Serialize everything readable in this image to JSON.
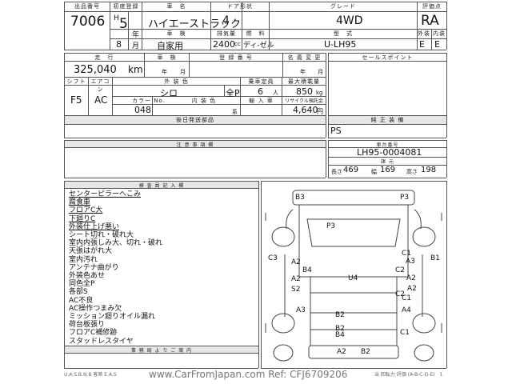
{
  "header_labels": {
    "lot_no": "出品番号",
    "first_reg": "初度登録",
    "car_name": "車　名",
    "door": "ドア形状",
    "grade": "グレード",
    "score": "評価点",
    "inspection": "車　検",
    "displacement": "排気量",
    "fuel": "燃　料",
    "model": "型　式",
    "exterior": "外装",
    "interior": "内装",
    "mileage": "走　行",
    "vehicle": "車　検",
    "reg_no": "登 録 番 号",
    "name_change": "名 義 変 更",
    "sales_point": "セールスポイント",
    "shift": "シフト",
    "aircon": "エアコン",
    "ext_color": "外 装 色",
    "capacity": "乗車定員",
    "max_load": "最大積載量",
    "color_no": "カラー No.",
    "int_color": "内 装 色",
    "import": "輸 入 車",
    "recycle": "リサイクル預託金",
    "post_parts": "後日発送部品",
    "equipment": "純 正 装 備",
    "notes": "注 意 事 項 欄",
    "chassis": "車台番号",
    "dims": "諸 元",
    "inspector": "検 査 員 記 入 欄",
    "office": "事 務 局 よ り ご 案 内"
  },
  "lot_no": "7006",
  "first_reg_era": "H",
  "first_reg_year": "5",
  "year_suffix": "年",
  "first_reg_month": "8",
  "month_suffix": "月",
  "car_name": "ハイエーストラック",
  "door": "4",
  "grade": "4WD",
  "score": "RA",
  "inspection": "自家用",
  "displacement": "2400",
  "displacement_unit": "cc",
  "fuel": "ディ-ゼル",
  "model": "U-LH95",
  "exterior_score": "E",
  "interior_score": "E",
  "mileage": "325,040",
  "mileage_unit": "km",
  "veh_year": "年",
  "veh_month": "月",
  "nc_year": "年",
  "nc_month": "月",
  "shift": "F5",
  "aircon": "AC",
  "ext_color": "シロ",
  "full_paint": "全P",
  "capacity": "6",
  "capacity_unit": "人",
  "max_load": "850",
  "max_load_unit": "kg",
  "color_no": "048",
  "int_color_unit": "系",
  "recycle_amount": "4,640",
  "recycle_unit": "円",
  "equipment": "PS",
  "chassis_no": "LH95-0004081",
  "dims": {
    "length_label": "長さ",
    "length": "469",
    "width_label": "幅",
    "width": "169",
    "height_label": "高さ",
    "height": "198"
  },
  "notes": [
    {
      "text": "センターピラーへこみ",
      "u": true
    },
    {
      "text": "腐食車",
      "u": true
    },
    {
      "text": "フロアC大",
      "u": true
    },
    {
      "text": "下廻りC",
      "u": true
    },
    {
      "text": "外装仕上げ悪い",
      "u": true
    },
    {
      "text": "シート切れ・破れ大",
      "u": false
    },
    {
      "text": "室内内張しみ大、切れ・破れ",
      "u": false
    },
    {
      "text": "天張はがれ大",
      "u": false
    },
    {
      "text": "室内汚れ",
      "u": false
    },
    {
      "text": "アンテナ曲がり",
      "u": false
    },
    {
      "text": "外装色あせ",
      "u": false
    },
    {
      "text": "同色全P",
      "u": false
    },
    {
      "text": "各部S",
      "u": false
    },
    {
      "text": "AC不良",
      "u": false
    },
    {
      "text": "AC操作つまみ欠",
      "u": false
    },
    {
      "text": "ミッション廻りオイル漏れ",
      "u": false
    },
    {
      "text": "荷台板張り",
      "u": false
    },
    {
      "text": "フロアC補修跡",
      "u": false
    },
    {
      "text": "スタッドレスタイヤ",
      "u": false
    }
  ],
  "damage": {
    "b3": "B3",
    "p3_top": "P3",
    "p3": "P3",
    "c3_left": "C3",
    "a2_left": "A2",
    "b4_left": "B4",
    "a2_left2": "A2",
    "s2": "S2",
    "a3": "A3",
    "b2_1": "B2",
    "u4": "U4",
    "b2_2": "B2",
    "b4_rear": "B4",
    "c1_right": "C1",
    "a3_right": "A3",
    "b1": "B1",
    "c2_1": "C2",
    "a2_right": "A2",
    "c2_2": "C2",
    "a2_right2": "A2",
    "c1_right2": "C1",
    "a4": "A4",
    "c1_rear": "C1",
    "a2_rear": "A2",
    "b2_rear": "B2"
  },
  "watermark": "www.CarFromJapan.com Ref: CFJ6709206",
  "footer_left": "U.A.S  B.N.B 客席 E.A.S",
  "footer_right": "当 回転力 評価 (A-B-C-D-E)　1"
}
